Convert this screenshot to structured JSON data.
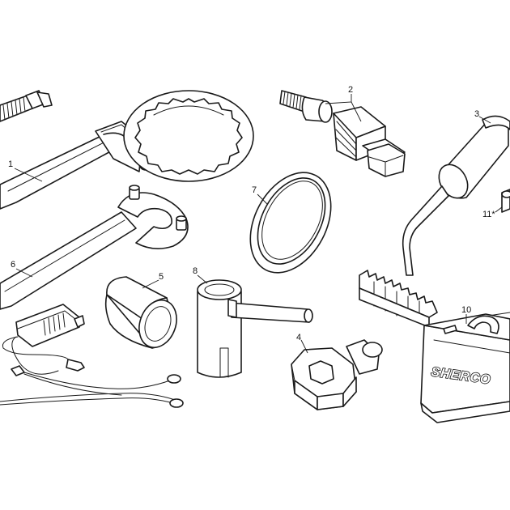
{
  "callouts": {
    "c1": "1",
    "c2": "2",
    "c3": "3",
    "c4": "4",
    "c5": "5",
    "c6": "6",
    "c7": "7",
    "c8": "8",
    "c10": "10",
    "c11": "11*"
  },
  "case_brand": "SHERCO",
  "colors": {
    "line": "#1a1a1a",
    "background": "#ffffff"
  }
}
